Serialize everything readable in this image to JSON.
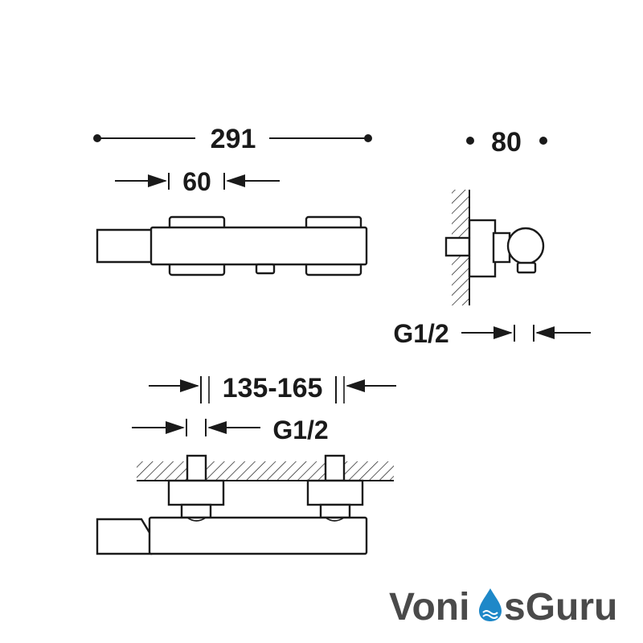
{
  "dimensions": {
    "total_length": "291",
    "depth": "80",
    "handle_width": "60",
    "connection_side": "G1/2",
    "center_distance": "135-165",
    "connection_bottom": "G1/2"
  },
  "brand": {
    "part1": "Voni",
    "part2": "sGuru",
    "color_main": "#4a4a4a",
    "color_drop": "#1e88c8"
  }
}
